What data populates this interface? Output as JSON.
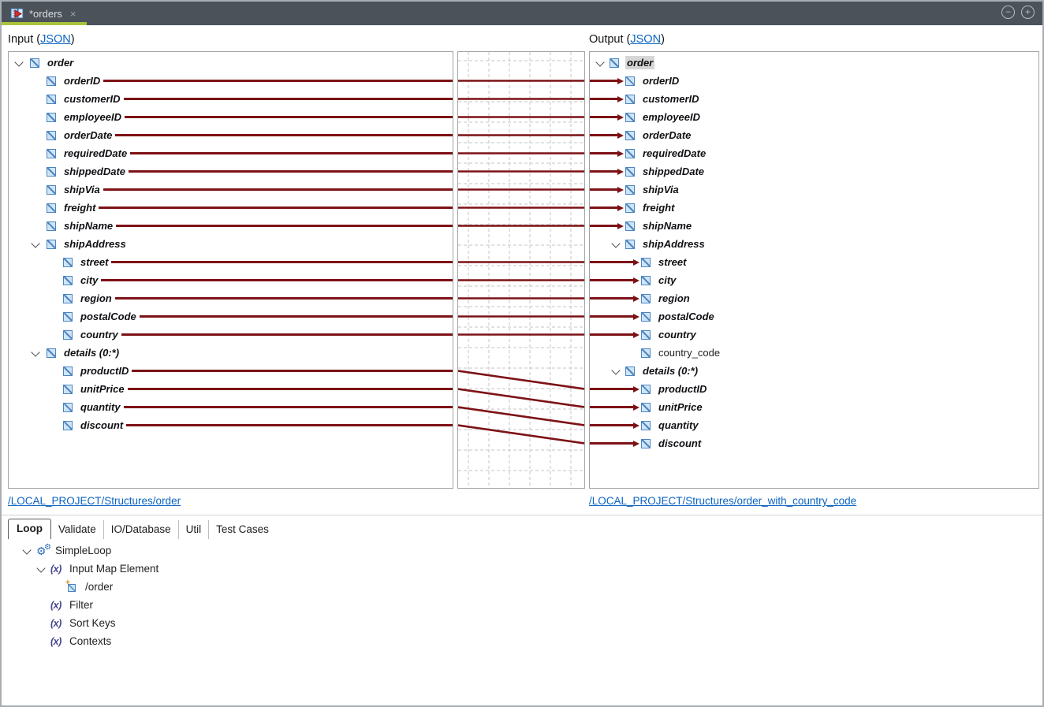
{
  "window": {
    "tab_title": "*orders",
    "close_glyph": "×",
    "zoom_out_glyph": "−",
    "zoom_in_glyph": "+"
  },
  "colors": {
    "titlebar": "#4b525a",
    "green_accent": "#a9c33a",
    "maroon_line": "#7d1216",
    "link_blue": "#0a63c2",
    "icon_border": "#4d85c0",
    "icon_fill": "#cfe5f7",
    "fx_purple": "#45458e",
    "gear_blue": "#2c6cb5"
  },
  "input_panel": {
    "header_prefix": "Input (",
    "header_link": "JSON",
    "header_suffix": ")",
    "footer_link": "/LOCAL_PROJECT/Structures/order",
    "nodes": [
      {
        "label": "order",
        "depth": 0,
        "expand": true,
        "line": false
      },
      {
        "label": "orderID",
        "depth": 1,
        "expand": false,
        "line": true
      },
      {
        "label": "customerID",
        "depth": 1,
        "expand": false,
        "line": true
      },
      {
        "label": "employeeID",
        "depth": 1,
        "expand": false,
        "line": true
      },
      {
        "label": "orderDate",
        "depth": 1,
        "expand": false,
        "line": true
      },
      {
        "label": "requiredDate",
        "depth": 1,
        "expand": false,
        "line": true
      },
      {
        "label": "shippedDate",
        "depth": 1,
        "expand": false,
        "line": true
      },
      {
        "label": "shipVia",
        "depth": 1,
        "expand": false,
        "line": true
      },
      {
        "label": "freight",
        "depth": 1,
        "expand": false,
        "line": true
      },
      {
        "label": "shipName",
        "depth": 1,
        "expand": false,
        "line": true
      },
      {
        "label": "shipAddress",
        "depth": 1,
        "expand": true,
        "line": false
      },
      {
        "label": "street",
        "depth": 2,
        "expand": false,
        "line": true
      },
      {
        "label": "city",
        "depth": 2,
        "expand": false,
        "line": true
      },
      {
        "label": "region",
        "depth": 2,
        "expand": false,
        "line": true
      },
      {
        "label": "postalCode",
        "depth": 2,
        "expand": false,
        "line": true
      },
      {
        "label": "country",
        "depth": 2,
        "expand": false,
        "line": true
      },
      {
        "label": "details (0:*)",
        "depth": 1,
        "expand": true,
        "line": false
      },
      {
        "label": "productID",
        "depth": 2,
        "expand": false,
        "line": true
      },
      {
        "label": "unitPrice",
        "depth": 2,
        "expand": false,
        "line": true
      },
      {
        "label": "quantity",
        "depth": 2,
        "expand": false,
        "line": true
      },
      {
        "label": "discount",
        "depth": 2,
        "expand": false,
        "line": true
      }
    ]
  },
  "output_panel": {
    "header_prefix": "Output (",
    "header_link": "JSON",
    "header_suffix": ")",
    "footer_link": "/LOCAL_PROJECT/Structures/order_with_country_code",
    "nodes": [
      {
        "label": "order",
        "depth": 0,
        "expand": true,
        "arrow": false,
        "selected": true
      },
      {
        "label": "orderID",
        "depth": 1,
        "expand": false,
        "arrow": true
      },
      {
        "label": "customerID",
        "depth": 1,
        "expand": false,
        "arrow": true
      },
      {
        "label": "employeeID",
        "depth": 1,
        "expand": false,
        "arrow": true
      },
      {
        "label": "orderDate",
        "depth": 1,
        "expand": false,
        "arrow": true
      },
      {
        "label": "requiredDate",
        "depth": 1,
        "expand": false,
        "arrow": true
      },
      {
        "label": "shippedDate",
        "depth": 1,
        "expand": false,
        "arrow": true
      },
      {
        "label": "shipVia",
        "depth": 1,
        "expand": false,
        "arrow": true
      },
      {
        "label": "freight",
        "depth": 1,
        "expand": false,
        "arrow": true
      },
      {
        "label": "shipName",
        "depth": 1,
        "expand": false,
        "arrow": true
      },
      {
        "label": "shipAddress",
        "depth": 1,
        "expand": true,
        "arrow": false
      },
      {
        "label": "street",
        "depth": 2,
        "expand": false,
        "arrow": true
      },
      {
        "label": "city",
        "depth": 2,
        "expand": false,
        "arrow": true
      },
      {
        "label": "region",
        "depth": 2,
        "expand": false,
        "arrow": true
      },
      {
        "label": "postalCode",
        "depth": 2,
        "expand": false,
        "arrow": true
      },
      {
        "label": "country",
        "depth": 2,
        "expand": false,
        "arrow": true
      },
      {
        "label": "country_code",
        "depth": 2,
        "expand": false,
        "arrow": false,
        "plain": true
      },
      {
        "label": "details (0:*)",
        "depth": 1,
        "expand": true,
        "arrow": false
      },
      {
        "label": "productID",
        "depth": 2,
        "expand": false,
        "arrow": true
      },
      {
        "label": "unitPrice",
        "depth": 2,
        "expand": false,
        "arrow": true
      },
      {
        "label": "quantity",
        "depth": 2,
        "expand": false,
        "arrow": true
      },
      {
        "label": "discount",
        "depth": 2,
        "expand": false,
        "arrow": true
      }
    ]
  },
  "mappings": [
    {
      "from": 1,
      "to": 1
    },
    {
      "from": 2,
      "to": 2
    },
    {
      "from": 3,
      "to": 3
    },
    {
      "from": 4,
      "to": 4
    },
    {
      "from": 5,
      "to": 5
    },
    {
      "from": 6,
      "to": 6
    },
    {
      "from": 7,
      "to": 7
    },
    {
      "from": 8,
      "to": 8
    },
    {
      "from": 9,
      "to": 9
    },
    {
      "from": 11,
      "to": 11
    },
    {
      "from": 12,
      "to": 12
    },
    {
      "from": 13,
      "to": 13
    },
    {
      "from": 14,
      "to": 14
    },
    {
      "from": 15,
      "to": 15
    },
    {
      "from": 17,
      "to": 18
    },
    {
      "from": 18,
      "to": 19
    },
    {
      "from": 19,
      "to": 20
    },
    {
      "from": 20,
      "to": 21
    }
  ],
  "bottom": {
    "tabs": [
      {
        "label": "Loop",
        "active": true
      },
      {
        "label": "Validate",
        "active": false
      },
      {
        "label": "IO/Database",
        "active": false
      },
      {
        "label": "Util",
        "active": false
      },
      {
        "label": "Test Cases",
        "active": false
      }
    ],
    "tree": [
      {
        "label": "SimpleLoop",
        "depth": 0,
        "expand": true,
        "icon": "gears"
      },
      {
        "label": "Input Map Element",
        "depth": 1,
        "expand": true,
        "icon": "fx"
      },
      {
        "label": "/order",
        "depth": 2,
        "expand": false,
        "icon": "map-element"
      },
      {
        "label": "Filter",
        "depth": 1,
        "expand": false,
        "icon": "fx"
      },
      {
        "label": "Sort Keys",
        "depth": 1,
        "expand": false,
        "icon": "fx"
      },
      {
        "label": "Contexts",
        "depth": 1,
        "expand": false,
        "icon": "fx"
      }
    ],
    "fx_glyph": "(x)",
    "gear_glyph": "⚙",
    "mapel_plus_glyph": "+"
  }
}
